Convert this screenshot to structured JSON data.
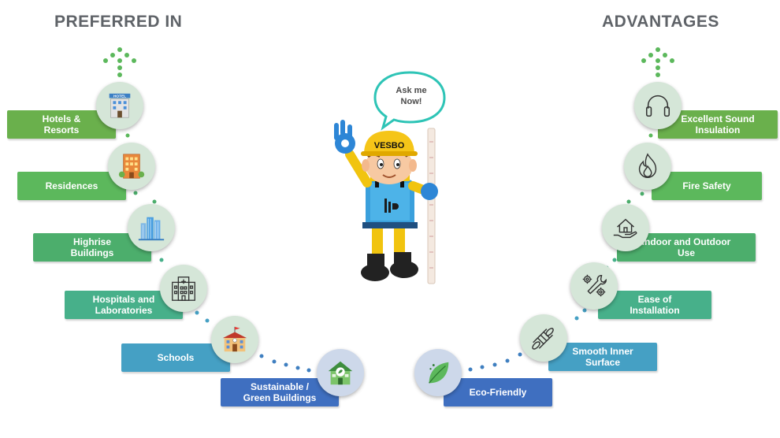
{
  "headings": {
    "left": "PREFERRED IN",
    "right": "ADVANTAGES"
  },
  "mascot": {
    "speech": "Ask me\nNow!",
    "cap_text": "VESBO"
  },
  "preferred_in": [
    {
      "label": "Hotels &\nResorts",
      "icon": "hotel-icon",
      "sign": "HOTEL",
      "color": "#6ab04c"
    },
    {
      "label": "Residences",
      "icon": "residence-building-icon",
      "color": "#5cb85c"
    },
    {
      "label": "Highrise\nBuildings",
      "icon": "highrise-icon",
      "color": "#4cae6c"
    },
    {
      "label": "Hospitals and\nLaboratories",
      "icon": "hospital-icon",
      "color": "#47b08a"
    },
    {
      "label": "Schools",
      "icon": "school-icon",
      "color": "#45a0c4"
    },
    {
      "label": "Sustainable /\nGreen Buildings",
      "icon": "green-building-icon",
      "color": "#3f6fc0"
    }
  ],
  "advantages": [
    {
      "label": "Excellent Sound\nInsulation",
      "icon": "headphones-icon",
      "color": "#6ab04c"
    },
    {
      "label": "Fire Safety",
      "icon": "fire-icon",
      "color": "#5cb85c"
    },
    {
      "label": "Indoor and Outdoor\nUse",
      "icon": "house-hand-icon",
      "color": "#4cae6c"
    },
    {
      "label": "Ease of\nInstallation",
      "icon": "tools-gears-icon",
      "color": "#47b08a"
    },
    {
      "label": "Smooth Inner\nSurface",
      "icon": "pipe-icon",
      "color": "#45a0c4"
    },
    {
      "label": "Eco-Friendly",
      "icon": "leaf-icon",
      "color": "#3f6fc0"
    }
  ],
  "colors": {
    "heading": "#5f6368",
    "circle_bg": "#d5e6d8",
    "circle_bg_blue": "#cdd8ea",
    "bubble_border": "#2ec4b6"
  }
}
